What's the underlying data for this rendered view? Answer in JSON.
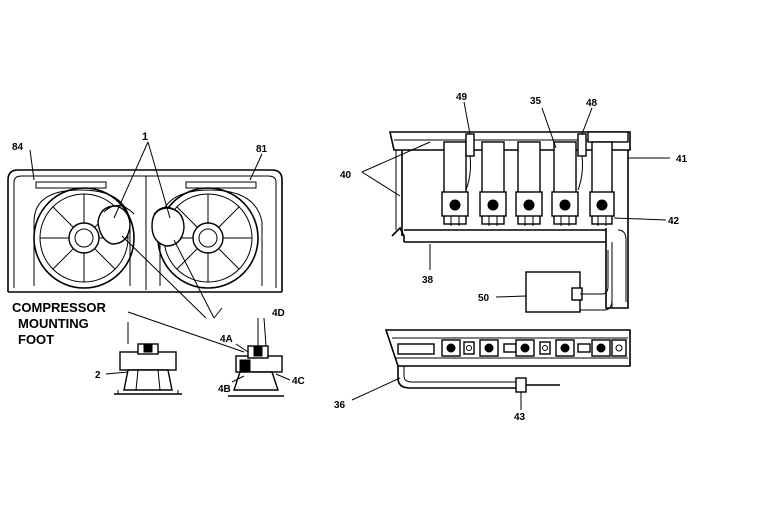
{
  "labels": {
    "l84": "84",
    "l1": "1",
    "l81": "81",
    "compressor": [
      "COMPRESSOR",
      "MOUNTING",
      "FOOT"
    ],
    "l2": "2",
    "l4A": "4A",
    "l4D": "4D",
    "l4B": "4B",
    "l4C": "4C",
    "l49": "49",
    "l35": "35",
    "l48": "48",
    "l41": "41",
    "l40": "40",
    "l42": "42",
    "l38": "38",
    "l50": "50",
    "l36": "36",
    "l43": "43"
  }
}
